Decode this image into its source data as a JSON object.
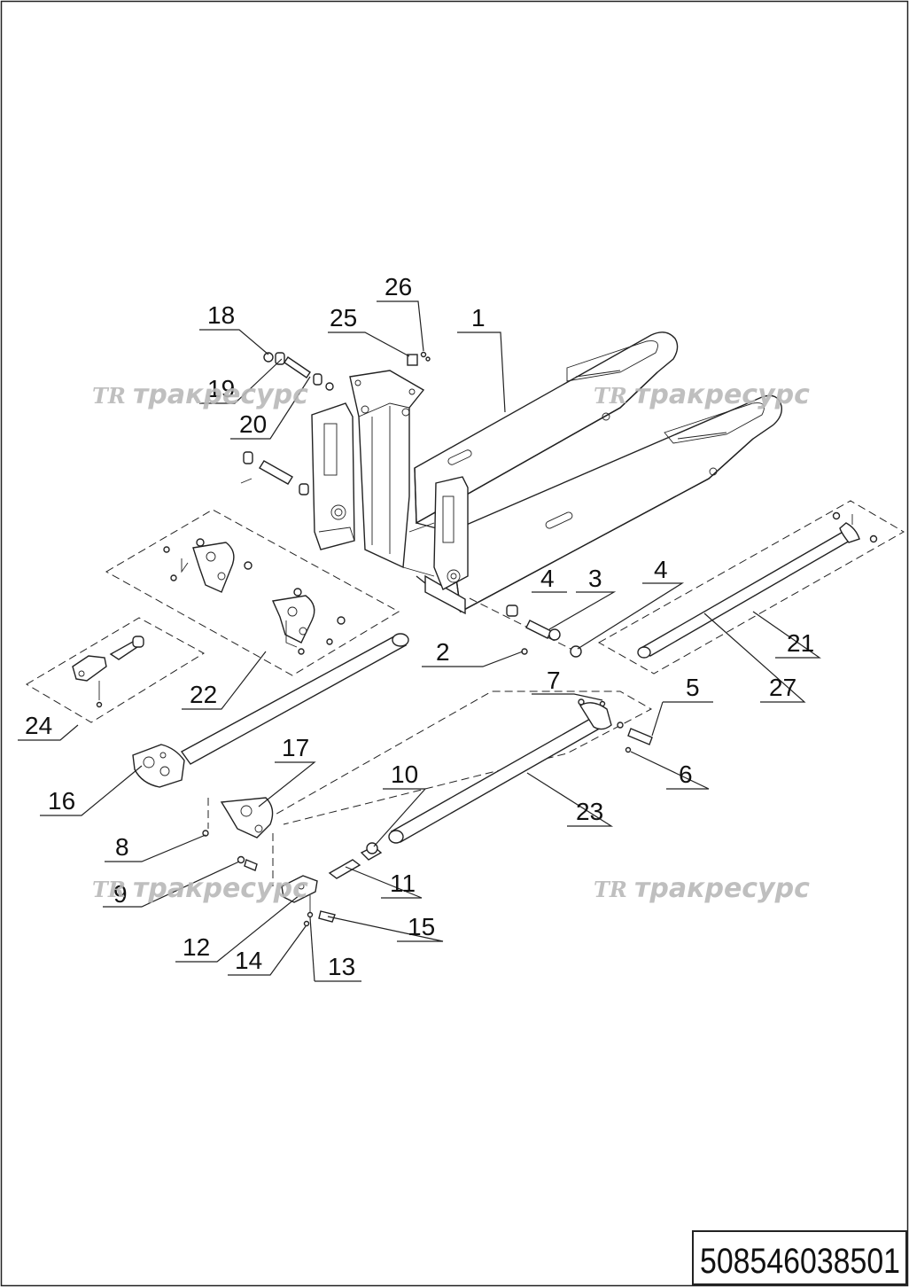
{
  "diagram": {
    "document_number": "508546038501",
    "watermark": {
      "logo": "TR",
      "text": "тракресурс"
    },
    "callouts": [
      {
        "id": "1",
        "label": "1"
      },
      {
        "id": "2",
        "label": "2"
      },
      {
        "id": "3",
        "label": "3"
      },
      {
        "id": "4a",
        "label": "4"
      },
      {
        "id": "4b",
        "label": "4"
      },
      {
        "id": "5",
        "label": "5"
      },
      {
        "id": "6",
        "label": "6"
      },
      {
        "id": "7",
        "label": "7"
      },
      {
        "id": "8",
        "label": "8"
      },
      {
        "id": "9",
        "label": "9"
      },
      {
        "id": "10",
        "label": "10"
      },
      {
        "id": "11",
        "label": "11"
      },
      {
        "id": "12",
        "label": "12"
      },
      {
        "id": "13",
        "label": "13"
      },
      {
        "id": "14",
        "label": "14"
      },
      {
        "id": "15",
        "label": "15"
      },
      {
        "id": "16",
        "label": "16"
      },
      {
        "id": "17",
        "label": "17"
      },
      {
        "id": "18",
        "label": "18"
      },
      {
        "id": "19",
        "label": "19"
      },
      {
        "id": "20",
        "label": "20"
      },
      {
        "id": "21",
        "label": "21"
      },
      {
        "id": "22",
        "label": "22"
      },
      {
        "id": "23",
        "label": "23"
      },
      {
        "id": "24",
        "label": "24"
      },
      {
        "id": "25",
        "label": "25"
      },
      {
        "id": "26",
        "label": "26"
      },
      {
        "id": "27",
        "label": "27"
      }
    ]
  }
}
